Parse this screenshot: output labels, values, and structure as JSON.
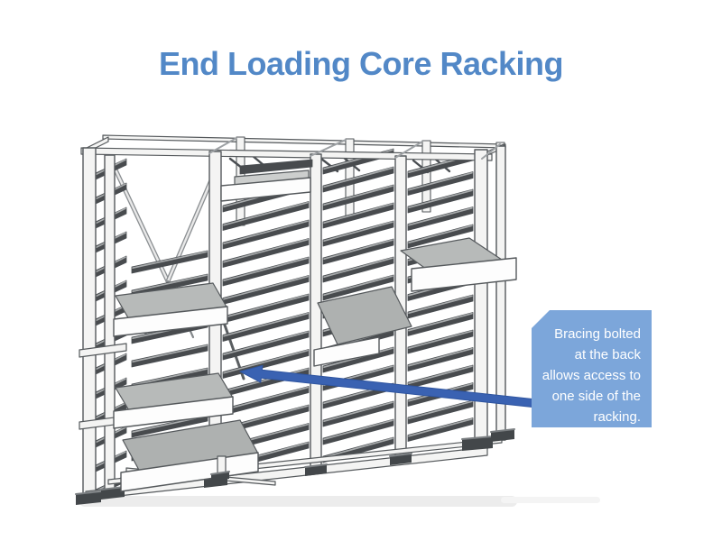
{
  "title": {
    "text": "End Loading Core Racking",
    "color": "#5288c7"
  },
  "callout": {
    "lines": [
      "Bracing bolted",
      "at the back",
      "allows access to",
      "one side of the",
      "racking."
    ],
    "bg_color": "#7ca6da",
    "text_color": "#ffffff"
  },
  "arrow": {
    "color": "#3a62b2"
  },
  "illustration": {
    "label": "end-loading-core-racking-3d-drawing",
    "colors": {
      "outline": "#4a4e52",
      "slat": "#484b4e",
      "slat_highlight": "#a8abac",
      "post_fill": "#f4f4f3",
      "post_stroke": "#55595c",
      "tray_top": "#b7bab9",
      "tray_top_dark": "#aeb1b0",
      "tray_face": "#fdfdfd",
      "foot": "#43474a",
      "shadow": "#ececec"
    }
  }
}
